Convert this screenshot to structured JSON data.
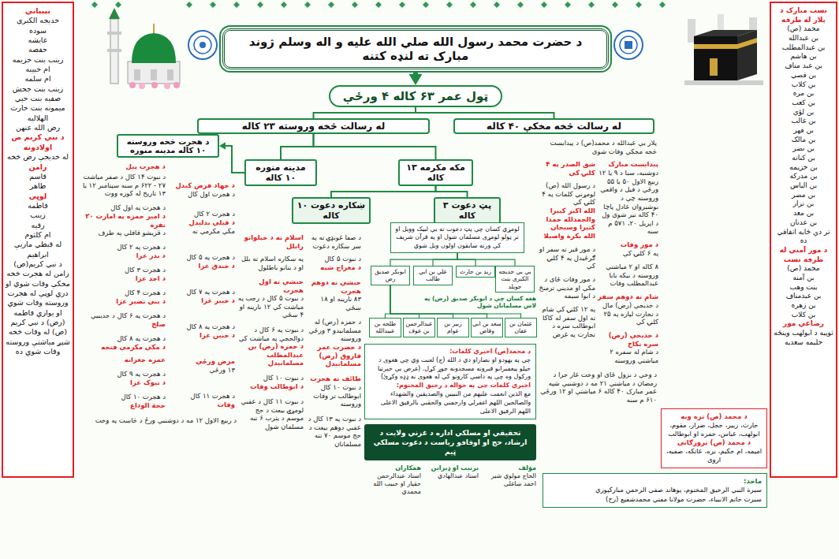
{
  "diagram": {
    "nodes": [
      {
        "text": [
          "د حضرت محمد رسول الله صلي الله علیه و اله وسلم ژوند مبارک ته لنډه کتنه"
        ]
      },
      {
        "text": [
          "ټول عمر ۶۳ کاله ۴ ورځې"
        ]
      },
      {
        "text": [
          "له رسالت څخه وروسته ۲۳ کاله"
        ]
      },
      {
        "text": [
          "له رسالت څخه مخکې ۴۰ کاله"
        ]
      },
      {
        "text": [
          "مکه مکرمه ۱۳ کاله"
        ]
      },
      {
        "text": [
          "مدینه منوره ۱۰ کاله"
        ]
      },
      {
        "text": [
          "د هجرت څخه وروسته ۱۰ کاله مدینه منوره"
        ]
      },
      {
        "text": [
          "پټ دعوت ۳ کاله"
        ]
      },
      {
        "text": [
          "ښکاره دعوت ۱۰ کاله"
        ]
      },
      {
        "text": [
          "لومړي کسان چې پټ دعوت ته یې لبیک وویل او تر ټولو لومړی مسلمان شول او په قرآن شریف کې ورته سابقون اولون ویل شوي"
        ]
      },
      {
        "text": [
          "بي بي خدیجه الکبری بنت خویلد"
        ]
      },
      {
        "text": [
          "زید بن حارث"
        ]
      },
      {
        "text": [
          "علي بن ابي طالب"
        ]
      },
      {
        "text": [
          "ابوبکر صدیق رض"
        ]
      },
      {
        "text": [
          "عثمان بن عفان"
        ]
      },
      {
        "text": [
          "سعد بن ابي وقاص"
        ]
      },
      {
        "text": [
          "زبیر بن عوام"
        ]
      },
      {
        "text": [
          "عبدالرحمن بن عوف"
        ]
      },
      {
        "text": [
          "طلحه بن عبیدالله"
        ]
      },
      {
        "text": [
          "د محمد(ص) اخیري کلمات:",
          "چې په یهودو او نصاراو دې د الله (ج) لعنت وي چې هغوی د خپلو پیغمبرانو قبرونه مسجدونه جوړ کړل. (غرض یې خبرتیا ورکول وه چې په داسې کارونو کې له هغوی نه ډډه وکړئ)",
          "اخیري کلمات چې په حواله د رحیق المختوم:",
          "مع الذین انعمت علیهم من النبیین والصدیقین والشهداء والصالحین اللهم اغفرلي وارحمني والحقني بالرفیق الاعلی اللهم الرفیق الاعلی"
        ]
      },
      {
        "text": [
          "تحقیقي او مسلکي اداره د غزني ولایت د ارشاد، حج او اوقافو ریاست د دعوت مسلکي ټیم"
        ]
      },
      {
        "text": [
          "نسب مبارک د پلار له طرفه",
          "محمد (ص)",
          "بن عبدالله",
          "بن عبدالمطلب",
          "بن هاشم",
          "بن عبد مناف",
          "بن قصي",
          "بن کلاب",
          "بن مره",
          "بن کعب",
          "بن لؤي",
          "بن غالب",
          "بن فهر",
          "بن مالک",
          "بن نضر",
          "بن کنانه",
          "بن خزیمه",
          "بن مدرکه",
          "بن الیاس",
          "بن مضر",
          "بن نزار",
          "بن معد",
          "بن عدنان",
          "تر دې ځایه اتفاقي ده",
          "د مور آمنې له طرفه نسب",
          "محمد (ص)",
          "بن آمنه",
          "بنت وهب",
          "بن عبدمناف",
          "بن زهره",
          "بن کلاب",
          "رضاعي مور",
          "ثویبه د ابولهب وینځه",
          "حلیمه سعدیه"
        ]
      },
      {
        "text": [
          "بیبیاني",
          "خدیجه الکبری",
          "سوده",
          "عایشه",
          "حفصه",
          "زینب بنت خزیمه",
          "ام حبیبه",
          "ام سلمه",
          "زینب بنت جحش",
          "صفیه بنت حیي",
          "میمونه بنت حارث الهلالیه",
          "رض الله عنهن",
          "د نبي کریم ص اولادونه",
          "له خدیجې رض څخه",
          "زامن",
          "قاسم",
          "طاهر",
          "لوڼې",
          "فاطمه",
          "زینب",
          "رقیه",
          "ام کلثوم",
          "له قبطي ماریې",
          "ابراهیم",
          "د نبي کریم(ص) زامن له هجرت څخه مخکې وفات شوي او درې لوڼې له هجرت وروسته وفات شوې او یوازې فاطمه (رض) د نبي کریم (ص) له وفات څخه شپږ میاشتې وروسته وفات شوې ده"
        ]
      },
      {
        "text": [
          "د محمد (ص) تره ونه",
          "حارث، زبیر، حجل، ضرار، مقوم، ابولهب، عباس، حمزه او ابوطالب",
          "د محمد (ص) ترورګانې",
          "امیمه، ام حکیم، بره، عاتکه، صفیه، اروی"
        ]
      },
      {
        "text": [
          "ماخذ:",
          "سیرة النبي الرحیق المختوم، پوهاند صفي الرحمن مبارکپوري",
          "سیرت خاتم الانبیاء، حضرت مولانا مفتي محمدشفیع (رح)"
        ]
      }
    ],
    "edges": [
      {
        "from": 0,
        "to": 1,
        "arrow": "to"
      },
      {
        "from": 1,
        "to": 2,
        "arrow": "none"
      },
      {
        "from": 1,
        "to": 3,
        "arrow": "none"
      },
      {
        "from": 2,
        "to": 4,
        "arrow": "none"
      },
      {
        "from": 2,
        "to": 5,
        "arrow": "none"
      },
      {
        "from": 5,
        "to": 6,
        "arrow": "to"
      },
      {
        "from": 4,
        "to": 7,
        "arrow": "none"
      },
      {
        "from": 4,
        "to": 8,
        "arrow": "none"
      },
      {
        "from": 7,
        "to": 9,
        "arrow": "none"
      },
      {
        "from": 9,
        "to": 10,
        "arrow": "none"
      },
      {
        "from": 9,
        "to": 11,
        "arrow": "none"
      },
      {
        "from": 9,
        "to": 12,
        "arrow": "none"
      },
      {
        "from": 9,
        "to": 13,
        "arrow": "none"
      },
      {
        "from": 13,
        "to": 14,
        "arrow": "none"
      },
      {
        "from": 13,
        "to": 15,
        "arrow": "none"
      },
      {
        "from": 13,
        "to": 16,
        "arrow": "none"
      },
      {
        "from": 13,
        "to": 17,
        "arrow": "none"
      },
      {
        "from": 13,
        "to": 18,
        "arrow": "none"
      }
    ],
    "labels": [
      "د هجرت پیل",
      "د نبوت ۱۴ کال د صفر میاشت ۲۷ - ۶۲۲ م سنه سپتامبر ۱۲ یا ۱۳ تاریخ له کوره ووت",
      "د هجرت په اول کال",
      "د امیر حمزه په امارت ۳۰ نفره",
      "د قریشو قافلې په طرف",
      "د هجرت په ۲ کال",
      "د بدر غزا",
      "د هجرت ۳ کال",
      "د احد غزا",
      "د هجرت ۴ کال",
      "د بني نضیر غزا",
      "د هجرت په ۶ کال د حدیبیې",
      "صلح",
      "د هجرت په ۸ کال",
      "د مکې مکرمې فتحه",
      "عمره جعرانه",
      "د هجرت په ۹ کال",
      "د تبوک غزا",
      "د هجرت ۱۰ کال",
      "حجة الوداع",
      "د جهاد فرض کیدل",
      "د هجرت اول کال",
      "د هجرت ۲ کال",
      "د قبلې بدلیدل",
      "مکې مکرمې ته",
      "د هجرت په ۵ کال",
      "د خندق غزا",
      "د هجرت په ۷ کال",
      "د خیبر غزا",
      "د هجرت په ۸ کال",
      "د حنین غزا",
      "مرض ورځې",
      "۱۳ ورځې",
      "د هجرت ۱۱ کال",
      "وفات",
      "د ربیع الاول ۱۲ مه د دوشنبې ورځ د څاښت په وخت",
      "اسلام ته د خپلوانو رابلل",
      "په ښکاره اسلام ته بلل او د بتانو باطلول",
      "حبشې ته اول هجرت",
      "د نبوت ۵ کال د رجب په میاشت کې ۱۲ نارینه او ۴ ښځې",
      "د نبوت په ۶ کال د ذوالحجې په میاشت کې",
      "د حمزه (رض) بن عبدالمطلب مسلمانیدل",
      "د نبوت ۱۰ کال",
      "د ابوطالب وفات",
      "د نبوت ۱۱ کال د عقبې لومړۍ بیعت د حج موسم د یثرب ۶ تنه مسلمان شول",
      "د صفا غونډۍ ته په سر ښکاره دعوت",
      "د نبوت ۵ کال",
      "د معراج شپه",
      "حبشې ته دوهم هجرت",
      "۸۳ نارینه او ۱۸ ښځې",
      "د حمزه (رض) له مسلمانیدو ۳ ورځې وروسته",
      "د حضرت عمر فاروق (رض) مسلمانیدل",
      "طائف ته هجرت",
      "د نبوت ۱۰ کال ابوطالب تر وفات وروسته",
      "د نبوت په ۱۳ کال د عقبې دوهم بیعت د حج موسم ۷۰ تنه مسلمانان",
      "پلار یې عبدالله د محمد(ص) د پیدایښت څخه مخکې وفات شوی",
      "پیدایښت مبارک",
      "دوشنبه، سبا د ۹ یا ۱۲ ربیع الاول ۵۰ یا ۵۵ ورځې د فیل د واقعې وروسته چې د نوشیروان عادل پاچا ۴۰ کاله تیر شوي ول د اپریل ۲۰، ۵۷۱ م سنه",
      "د مور وفات",
      "په ۶ کلنۍ کې",
      "۸ کاله او ۲ میاشتې وروسته د نیکه بابا عبدالمطلب وفات",
      "شام ته دوهم سفر",
      "د خدیجې (رض) مال د تجارت لپاره په ۲۵ کلنۍ کې",
      "د خدیجې (رض) سره نکاح",
      "د شام له سفره ۲ میاشتې وروسته",
      "شق الصدر په ۴ کلنۍ کې",
      "د رسول الله (ص) لومړني کلمات په ۴ کلنۍ کې",
      "الله اکبر کبیرا والحمدلله حمدا کثیرا وسبحان الله بکرة واصیلا",
      "د مور قبر ته سفر او ګرځیدل په ۴ کلنۍ کې",
      "د مور وفات ځای د مکې او مدینې ترمنځ د ابوا سیمه",
      "په ۱۲ کلنۍ کې شام ته اول سفر له کاکا ابوطالب سره د تجارت په غرض",
      "د وحې د نزول ځای او وخت غار حرا د رمضان د میاشتې ۲۱ مه د دوشنبې شپه عمر مبارک ۴۰ کاله ۶ میاشتې او ۱۲ ورځې ۶۱۰ م سنه",
      "هغه کسان چې د ابوبکر صدیق (رض) په لاس مسلمانان شول",
      "مؤلف",
      "الحاج مولوي شیر احمد ښاغلی",
      "ترتیب او ډیزاین",
      "استاد عبدالهادي",
      "همکاران",
      "استاد عبدالرحمن حقیار او حبیب الله محمدي"
    ]
  }
}
